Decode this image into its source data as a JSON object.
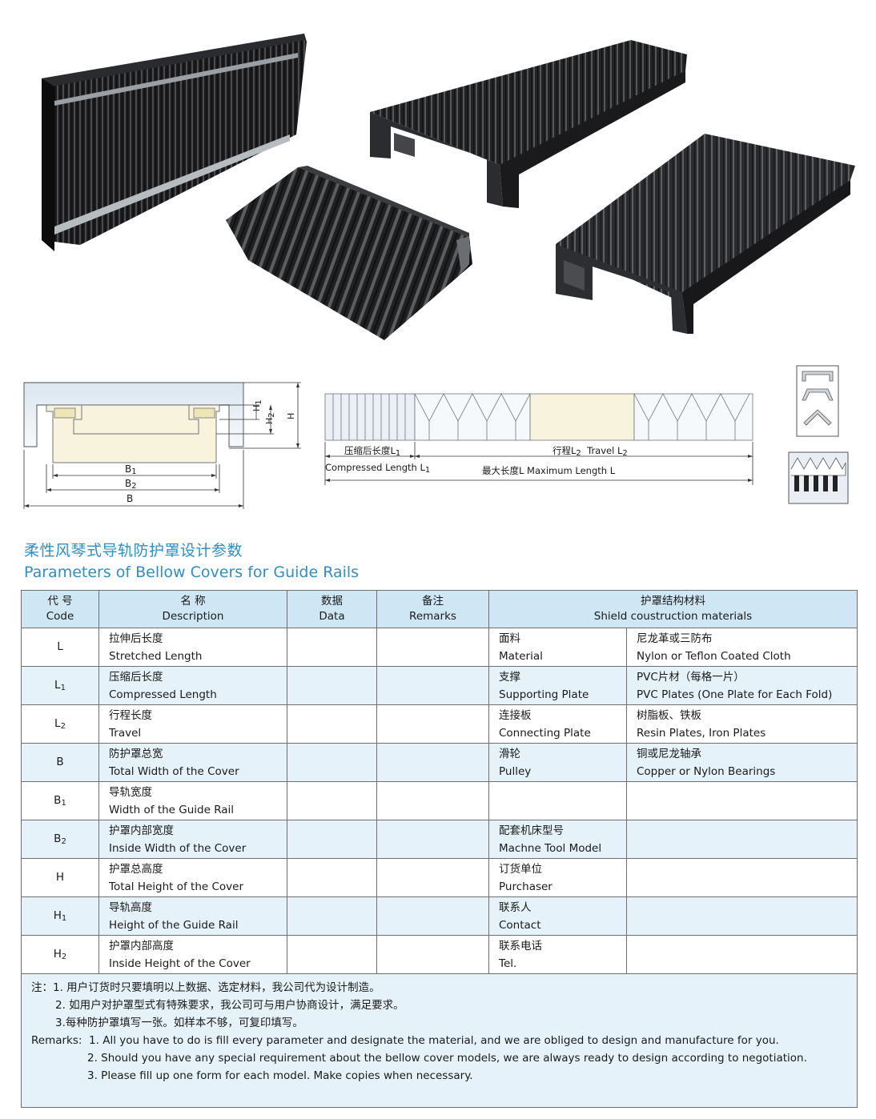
{
  "heading": {
    "cn": "柔性风琴式导轨防护罩设计参数",
    "en": "Parameters of Bellow Covers for Guide Rails"
  },
  "diagram": {
    "b1": "B",
    "b1_sub": "1",
    "b2": "B",
    "b2_sub": "2",
    "b": "B",
    "h1": "H",
    "h1_sub": "1",
    "h2": "H",
    "h2_sub": "2",
    "h": "H",
    "compressed_cn": "压缩后长度L",
    "compressed_cn_sub": "1",
    "compressed_en": "Compressed Length L",
    "compressed_en_sub": "1",
    "travel": "行程L",
    "travel_sub": "2",
    "travel_en": "Travel L",
    "travel_en_sub": "2",
    "max_length": "最大长度L  Maximum Length L"
  },
  "table": {
    "headers": [
      {
        "cn": "代 号",
        "en": "Code"
      },
      {
        "cn": "名 称",
        "en": "Description"
      },
      {
        "cn": "数据",
        "en": "Data"
      },
      {
        "cn": "备注",
        "en": "Remarks"
      },
      {
        "cn": "护罩结构材料",
        "en": "Shield coustruction materials"
      }
    ],
    "rows": [
      {
        "code": "L",
        "code_sub": "",
        "desc_cn": "拉伸后长度",
        "desc_en": "Stretched Length",
        "mat_cn": "面料",
        "mat_en": "Material",
        "val_cn": "尼龙革或三防布",
        "val_en": "Nylon or Teflon Coated Cloth"
      },
      {
        "code": "L",
        "code_sub": "1",
        "desc_cn": "压缩后长度",
        "desc_en": "Compressed Length",
        "mat_cn": "支撑",
        "mat_en": "Supporting Plate",
        "val_cn": "PVC片材（每格一片）",
        "val_en": "PVC Plates (One Plate for Each Fold)"
      },
      {
        "code": "L",
        "code_sub": "2",
        "desc_cn": "行程长度",
        "desc_en": "Travel",
        "mat_cn": "连接板",
        "mat_en": "Connecting Plate",
        "val_cn": "树脂板、铁板",
        "val_en": "Resin Plates, Iron Plates"
      },
      {
        "code": "B",
        "code_sub": "",
        "desc_cn": "防护罩总宽",
        "desc_en": "Total Width of the Cover",
        "mat_cn": "滑轮",
        "mat_en": "Pulley",
        "val_cn": "铜或尼龙轴承",
        "val_en": "Copper or Nylon Bearings"
      },
      {
        "code": "B",
        "code_sub": "1",
        "desc_cn": "导轨宽度",
        "desc_en": "Width of the Guide Rail",
        "mat_cn": "",
        "mat_en": "",
        "val_cn": "",
        "val_en": ""
      },
      {
        "code": "B",
        "code_sub": "2",
        "desc_cn": "护罩内部宽度",
        "desc_en": "Inside Width of the Cover",
        "mat_cn": "配套机床型号",
        "mat_en": "Machne Tool Model",
        "val_cn": "",
        "val_en": ""
      },
      {
        "code": "H",
        "code_sub": "",
        "desc_cn": "护罩总高度",
        "desc_en": "Total Height of the Cover",
        "mat_cn": "订货单位",
        "mat_en": "Purchaser",
        "val_cn": "",
        "val_en": ""
      },
      {
        "code": "H",
        "code_sub": "1",
        "desc_cn": "导轨高度",
        "desc_en": "Height of the Guide Rail",
        "mat_cn": "联系人",
        "mat_en": "Contact",
        "val_cn": "",
        "val_en": ""
      },
      {
        "code": "H",
        "code_sub": "2",
        "desc_cn": "护罩内部高度",
        "desc_en": "Inside Height of the Cover",
        "mat_cn": "联系电话",
        "mat_en": "Tel.",
        "val_cn": "",
        "val_en": ""
      }
    ]
  },
  "notes": {
    "cn": [
      "注：1. 用户订货时只要填明以上数据、选定材料，我公司代为设计制造。",
      "2. 如用户对护罩型式有特殊要求，我公司可与用户协商设计，满足要求。",
      "3.每种防护罩填写一张。如样本不够，可复印填写。"
    ],
    "en": [
      "Remarks:  1. All you have to do is fill every parameter and designate the material, and we are obliged to design and manufacture for you.",
      "2. Should you have any special requirement about the bellow cover models, we are always ready to design according to negotiation.",
      "3. Please fill up one form for each model. Make copies when necessary."
    ]
  }
}
